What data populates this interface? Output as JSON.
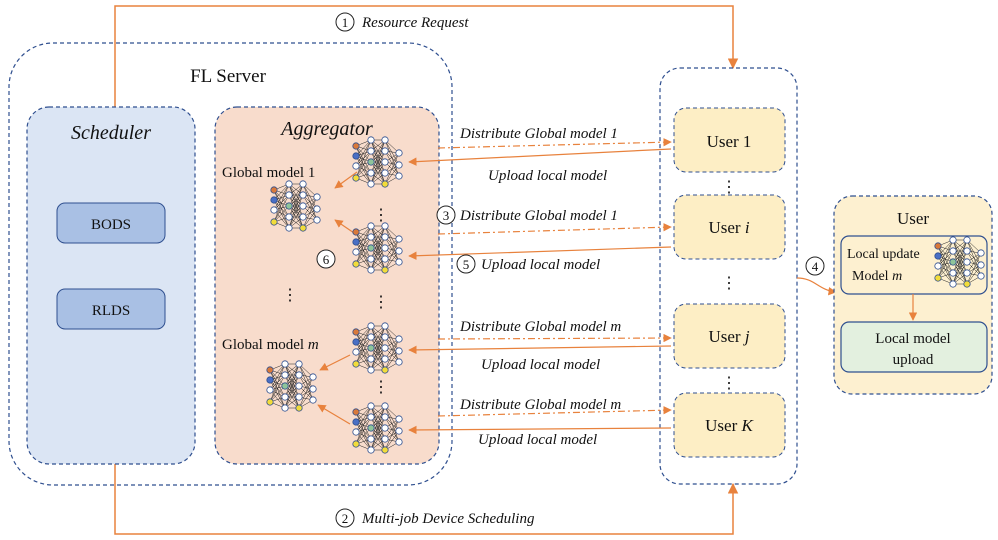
{
  "steps": {
    "s1": {
      "num": "1",
      "label": "Resource Request"
    },
    "s2": {
      "num": "2",
      "label": "Multi-job Device Scheduling"
    },
    "s3": {
      "num": "3"
    },
    "s4": {
      "num": "4"
    },
    "s5": {
      "num": "5"
    },
    "s6": {
      "num": "6"
    }
  },
  "server": {
    "title": "FL Server"
  },
  "scheduler": {
    "title": "Scheduler",
    "items": [
      "BODS",
      "RLDS"
    ]
  },
  "aggregator": {
    "title": "Aggregator",
    "model1_label": "Global  model 1",
    "modelm_prefix": "Global  model ",
    "modelm_var": "m",
    "vdots": "⋮",
    "hdots": "⋮"
  },
  "arrows": {
    "dist1": "Distribute Global model  1",
    "up1": "Upload local model",
    "dist_i": "Distribute Global model  1",
    "up_i": "Upload local model",
    "dist_j_text": "Distribute Global model  ",
    "dist_j_var": "m",
    "up_j": "Upload local model",
    "dist_k_text": "Distribute Global model  ",
    "dist_k_var": "m",
    "up_k": "Upload local model"
  },
  "users": {
    "u1": {
      "text": "User 1"
    },
    "ui": {
      "text": "User  ",
      "var": "i"
    },
    "uj": {
      "text": "User  ",
      "var": "j"
    },
    "uk": {
      "text": "User ",
      "var": "K"
    },
    "dots": "⋮"
  },
  "user_panel": {
    "title": "User",
    "local_update_line1": "Local update",
    "local_update_line2": "Model ",
    "local_update_var": "m",
    "upload_line1": "Local model",
    "upload_line2": "upload"
  },
  "colors": {
    "dashed_border": "#2f4f8f",
    "arrow": "#e8823d",
    "scheduler_fill": "#dbe5f4",
    "scheduler_item_fill": "#a9c0e4",
    "aggregator_fill": "#f8dccc",
    "user_fill": "#fdeec5",
    "user_panel_fill": "#fdf0d0",
    "upload_fill": "#e3f0df",
    "node_orange": "#d9793a",
    "node_blue": "#4a6fc4",
    "node_green": "#8fc49a",
    "node_yellow": "#f2dc3a",
    "node_white": "#ffffff"
  }
}
